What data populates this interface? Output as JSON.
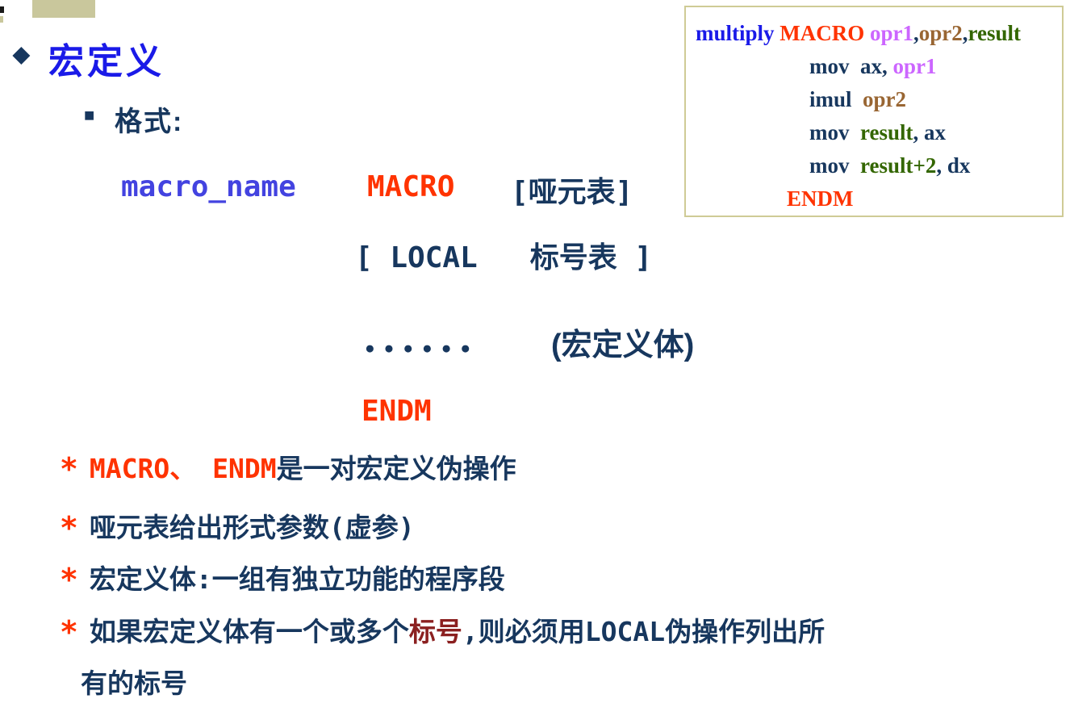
{
  "colors": {
    "navy": "#17375E",
    "title_blue": "#1A1AE8",
    "macro_name_blue": "#4343E0",
    "red_orange": "#FF3300",
    "highlight_dark_red": "#8B2020",
    "operand_violet": "#CC66FF",
    "operand_brown": "#996633",
    "operand_green": "#336600",
    "decoration_khaki": "#C9C79C"
  },
  "title": {
    "bullet": "◆",
    "text": "宏定义"
  },
  "format": {
    "bullet": "■",
    "label": "格式:"
  },
  "syntax": {
    "line1": {
      "name": "macro_name",
      "keyword": "MACRO",
      "operand": "[哑元表]"
    },
    "line2": "[ LOCAL   标号表 ]",
    "line3": {
      "dots": "●●●●●●",
      "body": "(宏定义体)"
    },
    "line4": "ENDM"
  },
  "notes": [
    {
      "star": "*",
      "red_part": "MACRO、 ENDM",
      "text": "是一对宏定义伪操作"
    },
    {
      "star": "*",
      "text": "哑元表给出形式参数(虚参)"
    },
    {
      "star": "*",
      "text": "宏定义体:一组有独立功能的程序段"
    },
    {
      "star": "*",
      "pre": "如果宏定义体有一个或多个",
      "highlight": "标号",
      "post": ",则必须用LOCAL伪操作列出所",
      "continuation": "有的标号"
    }
  ],
  "codebox": {
    "line1": {
      "name": "multiply ",
      "keyword": "MACRO ",
      "p1": "opr1",
      "c1": ",",
      "p2": "opr2",
      "c2": ",",
      "p3": "result"
    },
    "line2": {
      "op": "mov  ax, ",
      "arg": "opr1"
    },
    "line3": {
      "op": "imul  ",
      "arg": "opr2"
    },
    "line4": {
      "op": "mov  ",
      "arg": "result",
      "rest": ", ax"
    },
    "line5": {
      "op": "mov  ",
      "arg": "result+2",
      "rest": ", dx"
    },
    "line6": "ENDM"
  }
}
